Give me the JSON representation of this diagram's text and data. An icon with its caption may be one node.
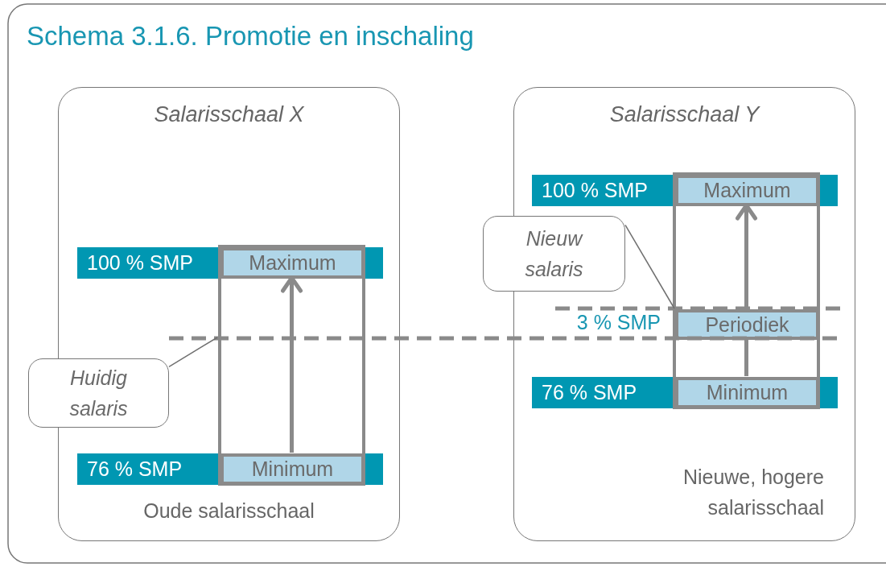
{
  "diagram": {
    "title": "Schema 3.1.6. Promotie en inschaling",
    "nodes": [
      {
        "text": [
          "Salarisschaal X",
          "Oude salarisschaal"
        ]
      },
      {
        "text": [
          "100 % SMP"
        ],
        "in": 0
      },
      {
        "text": [
          "Maximum"
        ],
        "in": 1
      },
      {
        "text": [
          "76 % SMP"
        ],
        "in": 0
      },
      {
        "text": [
          "Minimum"
        ],
        "in": 3
      },
      {
        "text": [
          "Huidig salaris"
        ]
      },
      {
        "text": [
          "Salarisschaal Y",
          "Nieuwe, hogere salarisschaal"
        ]
      },
      {
        "text": [
          "100 % SMP"
        ],
        "in": 6
      },
      {
        "text": [
          "Maximum"
        ],
        "in": 7
      },
      {
        "text": [
          "Nieuw salaris"
        ]
      },
      {
        "text": [
          "Periodiek"
        ],
        "beside": [
          "3 % SMP"
        ],
        "in": 6
      },
      {
        "text": [
          "76 % SMP"
        ],
        "in": 6
      },
      {
        "text": [
          "Minimum"
        ],
        "in": 11
      }
    ],
    "edges": [
      {
        "from": 4,
        "to": 2,
        "arrow": "to"
      },
      {
        "from": 5,
        "to": null,
        "arrow": "none"
      },
      {
        "from": 12,
        "to": 10,
        "arrow": "none"
      },
      {
        "from": 10,
        "to": 8,
        "arrow": "to"
      },
      {
        "from": 9,
        "to": 10,
        "arrow": "none"
      }
    ]
  }
}
